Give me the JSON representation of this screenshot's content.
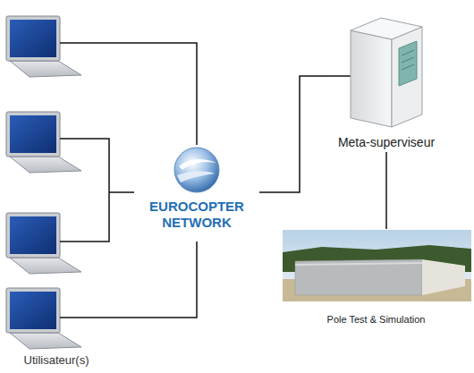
{
  "diagram": {
    "nodes": [
      {
        "text": [
          "Utilisateur(s)"
        ]
      },
      {
        "text": [
          "EUROCOPTER NETWORK"
        ]
      },
      {
        "text": [
          "Meta-superviseur"
        ]
      },
      {
        "text": [
          "Pole Test & Simulation"
        ]
      }
    ],
    "edges": [
      {
        "from": 0,
        "to": 1,
        "arrow": "none"
      },
      {
        "from": 1,
        "to": 2,
        "arrow": "none"
      },
      {
        "from": 2,
        "to": 3,
        "arrow": "none"
      }
    ]
  }
}
